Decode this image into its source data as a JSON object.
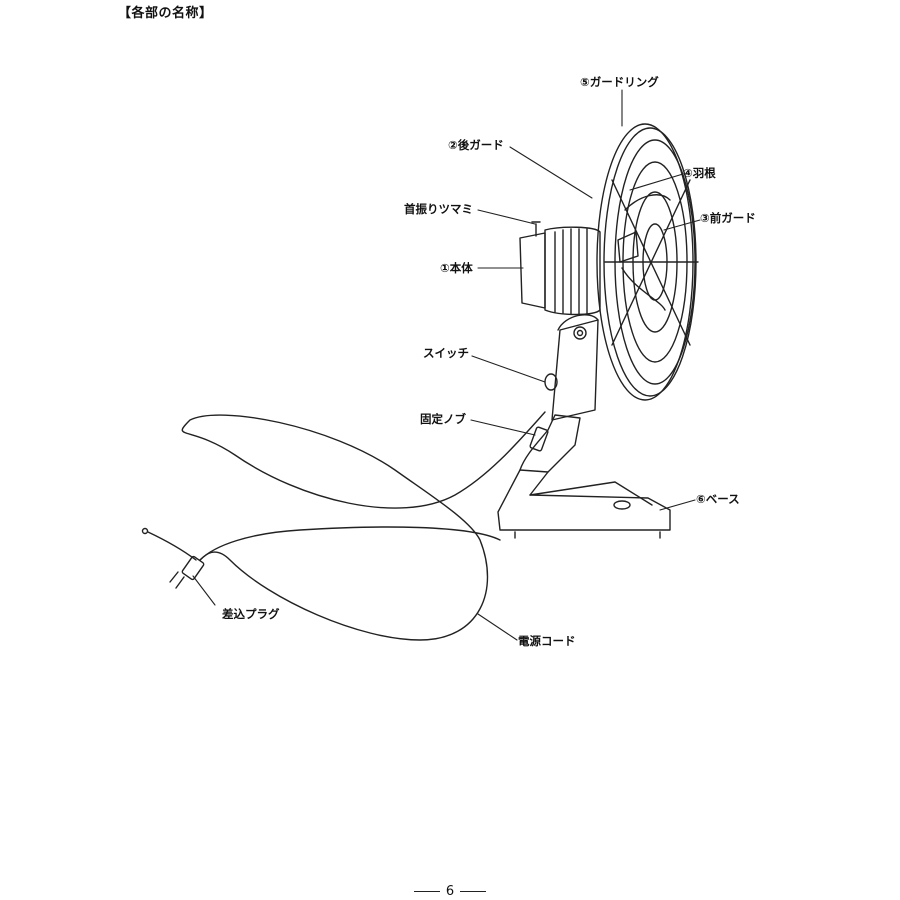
{
  "heading": "【各部の名称】",
  "labels": {
    "guard_ring": "⑤ガードリング",
    "rear_guard": "②後ガード",
    "blade": "④羽根",
    "front_guard": "③前ガード",
    "oscillation_knob": "首振りツマミ",
    "body": "①本体",
    "switch": "スイッチ",
    "lock_knob": "固定ノブ",
    "base": "⑥ベース",
    "plug": "差込プラグ",
    "power_cord": "電源コード"
  },
  "page_number": "6"
}
